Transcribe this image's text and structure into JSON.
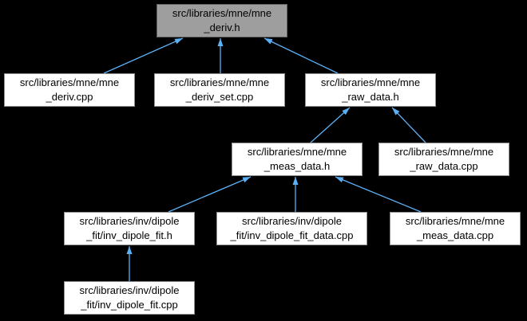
{
  "diagram": {
    "type": "include-dependency-graph",
    "background_color": "#000000",
    "edge_color": "#5cb0f5",
    "node_fill": "#ffffff",
    "node_border": "#8f8f8f",
    "selected_node_fill": "#9e9e9e",
    "selected_node_border": "#636363",
    "text_color": "#000000"
  },
  "nodes": [
    {
      "id": "mne_deriv_h",
      "line1": "src/libraries/mne/mne",
      "line2": "_deriv.h",
      "selected": true
    },
    {
      "id": "mne_deriv_cpp",
      "line1": "src/libraries/mne/mne",
      "line2": "_deriv.cpp",
      "selected": false
    },
    {
      "id": "mne_deriv_set_cpp",
      "line1": "src/libraries/mne/mne",
      "line2": "_deriv_set.cpp",
      "selected": false
    },
    {
      "id": "mne_raw_data_h",
      "line1": "src/libraries/mne/mne",
      "line2": "_raw_data.h",
      "selected": false
    },
    {
      "id": "mne_meas_data_h",
      "line1": "src/libraries/mne/mne",
      "line2": "_meas_data.h",
      "selected": false
    },
    {
      "id": "mne_raw_data_cpp",
      "line1": "src/libraries/mne/mne",
      "line2": "_raw_data.cpp",
      "selected": false
    },
    {
      "id": "inv_dipole_fit_h",
      "line1": "src/libraries/inv/dipole",
      "line2": "_fit/inv_dipole_fit.h",
      "selected": false
    },
    {
      "id": "inv_dipole_fit_data_cpp",
      "line1": "src/libraries/inv/dipole",
      "line2": "_fit/inv_dipole_fit_data.cpp",
      "selected": false
    },
    {
      "id": "mne_meas_data_cpp",
      "line1": "src/libraries/mne/mne",
      "line2": "_meas_data.cpp",
      "selected": false
    },
    {
      "id": "inv_dipole_fit_cpp",
      "line1": "src/libraries/inv/dipole",
      "line2": "_fit/inv_dipole_fit.cpp",
      "selected": false
    }
  ],
  "edges": [
    {
      "from": "mne_deriv_cpp",
      "to": "mne_deriv_h"
    },
    {
      "from": "mne_deriv_set_cpp",
      "to": "mne_deriv_h"
    },
    {
      "from": "mne_raw_data_h",
      "to": "mne_deriv_h"
    },
    {
      "from": "mne_meas_data_h",
      "to": "mne_raw_data_h"
    },
    {
      "from": "mne_raw_data_cpp",
      "to": "mne_raw_data_h"
    },
    {
      "from": "inv_dipole_fit_h",
      "to": "mne_meas_data_h"
    },
    {
      "from": "inv_dipole_fit_data_cpp",
      "to": "mne_meas_data_h"
    },
    {
      "from": "mne_meas_data_cpp",
      "to": "mne_meas_data_h"
    },
    {
      "from": "inv_dipole_fit_cpp",
      "to": "inv_dipole_fit_h"
    }
  ]
}
